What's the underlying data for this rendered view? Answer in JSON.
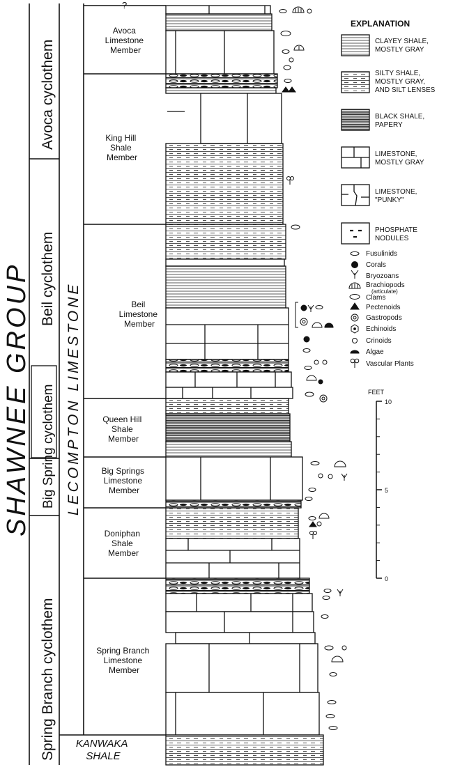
{
  "group": "SHAWNEE GROUP",
  "formation": "LECOMPTON LIMESTONE",
  "underlying_unit": [
    "KANWAKA",
    "SHALE"
  ],
  "unknown_top_marker": "?",
  "cyclothems": [
    {
      "name": "Avoca cyclothem"
    },
    {
      "name": "Beil cyclothem"
    },
    {
      "name": "Big Spring cyclothem"
    },
    {
      "name": "Spring Branch cyclothem"
    }
  ],
  "members": [
    {
      "lines": [
        "Avoca",
        "Limestone",
        "Member"
      ]
    },
    {
      "lines": [
        "King Hill",
        "Shale",
        "Member"
      ]
    },
    {
      "lines": [
        "Beil",
        "Limestone",
        "Member"
      ]
    },
    {
      "lines": [
        "Queen Hill",
        "Shale",
        "Member"
      ]
    },
    {
      "lines": [
        "Big Springs",
        "Limestone",
        "Member"
      ]
    },
    {
      "lines": [
        "Doniphan",
        "Shale",
        "Member"
      ]
    },
    {
      "lines": [
        "Spring Branch",
        "Limestone",
        "Member"
      ]
    }
  ],
  "explanation": {
    "title": "EXPLANATION",
    "lithologies": [
      {
        "pattern": "clayey-shale",
        "lines": [
          "CLAYEY SHALE,",
          "MOSTLY GRAY"
        ]
      },
      {
        "pattern": "silty-shale",
        "lines": [
          "SILTY SHALE,",
          "MOSTLY GRAY,",
          "AND SILT LENSES"
        ]
      },
      {
        "pattern": "black-shale",
        "lines": [
          "BLACK SHALE,",
          "PAPERY"
        ]
      },
      {
        "pattern": "limestone",
        "lines": [
          "LIMESTONE,",
          "MOSTLY GRAY"
        ]
      },
      {
        "pattern": "punky-limestone",
        "lines": [
          "LIMESTONE,",
          "\"PUNKY\""
        ]
      },
      {
        "pattern": "phosphate",
        "lines": [
          "PHOSPHATE",
          "NODULES"
        ]
      }
    ],
    "fossils": [
      {
        "icon": "fusulinid-icon",
        "label": "Fusulinids"
      },
      {
        "icon": "coral-icon",
        "label": "Corals"
      },
      {
        "icon": "bryozoan-icon",
        "label": "Bryozoans"
      },
      {
        "icon": "brachiopod-icon",
        "label": "Brachiopods",
        "sub": "(articulate)"
      },
      {
        "icon": "clam-icon",
        "label": "Clams"
      },
      {
        "icon": "pectenoid-icon",
        "label": "Pectenoids"
      },
      {
        "icon": "gastropod-icon",
        "label": "Gastropods"
      },
      {
        "icon": "echinoid-icon",
        "label": "Echinoids"
      },
      {
        "icon": "crinoid-icon",
        "label": "Crinoids"
      },
      {
        "icon": "algae-icon",
        "label": "Algae"
      },
      {
        "icon": "vascular-plant-icon",
        "label": "Vascular Plants"
      }
    ]
  },
  "scale": {
    "unit": "FEET",
    "ticks": [
      {
        "value": 10,
        "label": "10"
      },
      {
        "value": 5,
        "label": "5"
      },
      {
        "value": 0,
        "label": "0"
      }
    ]
  }
}
